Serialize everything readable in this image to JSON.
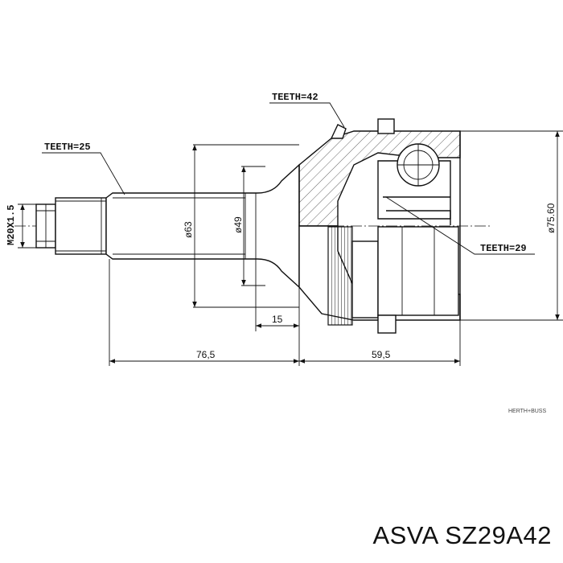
{
  "labels": {
    "teeth_outer": "TEETH=42",
    "teeth_shaft": "TEETH=25",
    "teeth_inner": "TEETH=29",
    "thread": "M20X1.5",
    "dia_63": "ø63",
    "dia_49": "ø49",
    "dia_7560": "ø75.60",
    "dim_15": "15",
    "dim_765": "76,5",
    "dim_595": "59,5"
  },
  "watermark": "HERTH+BUSS",
  "caption": "ASVA SZ29A42"
}
